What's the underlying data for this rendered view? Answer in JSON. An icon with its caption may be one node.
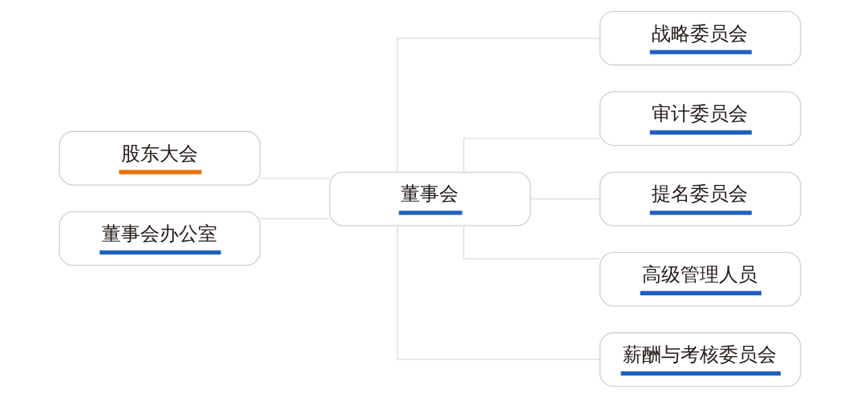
{
  "diagram": {
    "nodes": [
      {
        "text": [
          "股东大会"
        ]
      },
      {
        "text": [
          "董事会办公室"
        ]
      },
      {
        "text": [
          "董事会"
        ]
      },
      {
        "text": [
          "战略委员会"
        ]
      },
      {
        "text": [
          "审计委员会"
        ]
      },
      {
        "text": [
          "提名委员会"
        ]
      },
      {
        "text": [
          "高级管理人员"
        ]
      },
      {
        "text": [
          "薪酬与考核委员会"
        ]
      }
    ],
    "edges": [
      {
        "from": 0,
        "to": 2,
        "arrow": "none"
      },
      {
        "from": 1,
        "to": 2,
        "arrow": "none"
      },
      {
        "from": 2,
        "to": 6,
        "arrow": "none"
      },
      {
        "from": 2,
        "to": 3,
        "arrow": "none"
      },
      {
        "from": 2,
        "to": 4,
        "arrow": "none"
      },
      {
        "from": 2,
        "to": 5,
        "arrow": "none"
      },
      {
        "from": 2,
        "to": 7,
        "arrow": "none"
      }
    ]
  }
}
